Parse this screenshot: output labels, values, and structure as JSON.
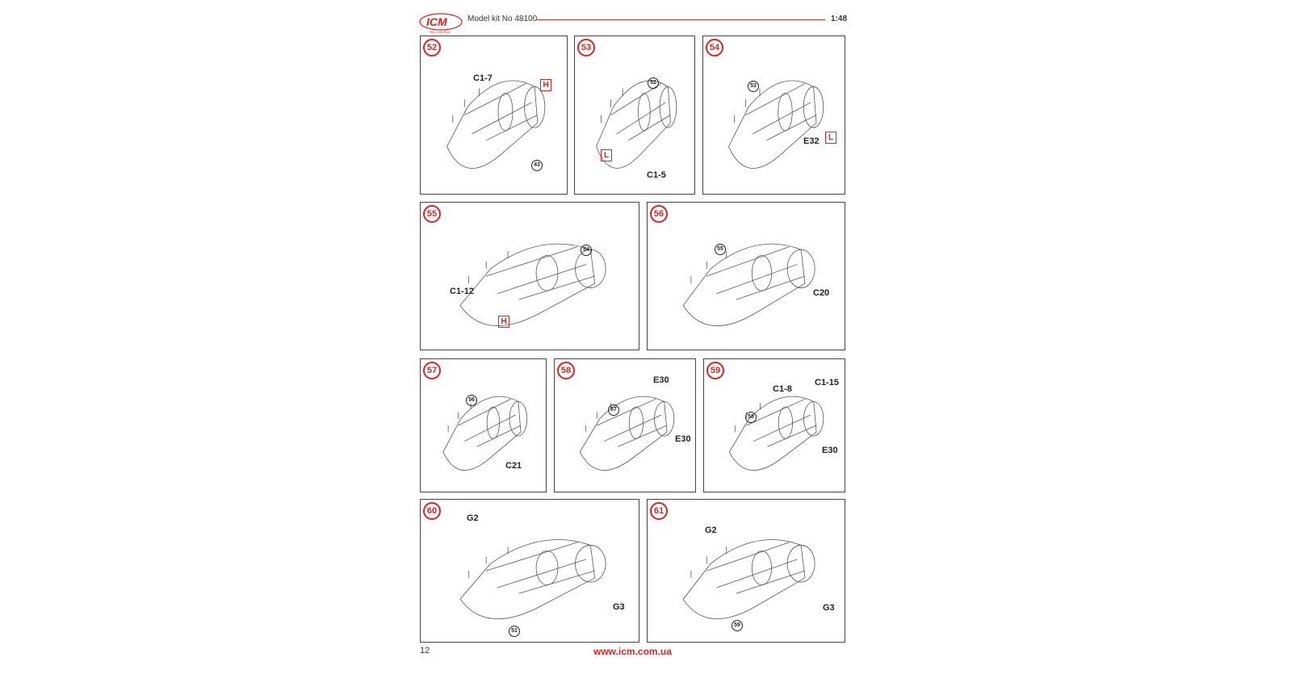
{
  "header": {
    "logo_text": "ICM",
    "logo_tagline": "Was in the Real",
    "title": "Model kit No 48100",
    "scale": "1:48"
  },
  "colors": {
    "accent": "#dd2222",
    "line": "#444444"
  },
  "panels": [
    {
      "step": "52",
      "callouts": [
        {
          "type": "label",
          "text": "C1-7"
        },
        {
          "type": "box",
          "text": "H"
        },
        {
          "type": "ref",
          "text": "43"
        }
      ]
    },
    {
      "step": "53",
      "callouts": [
        {
          "type": "ref",
          "text": "52"
        },
        {
          "type": "box",
          "text": "L"
        },
        {
          "type": "label",
          "text": "C1-5"
        }
      ]
    },
    {
      "step": "54",
      "callouts": [
        {
          "type": "ref",
          "text": "53"
        },
        {
          "type": "label",
          "text": "E32"
        },
        {
          "type": "box",
          "text": "L"
        }
      ]
    },
    {
      "step": "55",
      "callouts": [
        {
          "type": "ref",
          "text": "54"
        },
        {
          "type": "label",
          "text": "C1-12"
        },
        {
          "type": "box",
          "text": "H"
        }
      ]
    },
    {
      "step": "56",
      "callouts": [
        {
          "type": "ref",
          "text": "55"
        },
        {
          "type": "label",
          "text": "C20"
        }
      ]
    },
    {
      "step": "57",
      "callouts": [
        {
          "type": "ref",
          "text": "56"
        },
        {
          "type": "label",
          "text": "C21"
        }
      ]
    },
    {
      "step": "58",
      "callouts": [
        {
          "type": "label",
          "text": "E30"
        },
        {
          "type": "ref",
          "text": "57"
        },
        {
          "type": "label",
          "text": "E30"
        }
      ]
    },
    {
      "step": "59",
      "callouts": [
        {
          "type": "label",
          "text": "C1-8"
        },
        {
          "type": "label",
          "text": "C1-15"
        },
        {
          "type": "ref",
          "text": "58"
        },
        {
          "type": "label",
          "text": "E30"
        }
      ]
    },
    {
      "step": "60",
      "callouts": [
        {
          "type": "label",
          "text": "G2"
        },
        {
          "type": "label",
          "text": "G3"
        },
        {
          "type": "ref",
          "text": "51"
        }
      ]
    },
    {
      "step": "61",
      "callouts": [
        {
          "type": "label",
          "text": "G2"
        },
        {
          "type": "label",
          "text": "G3"
        },
        {
          "type": "ref",
          "text": "59"
        }
      ]
    }
  ],
  "footer": {
    "page_number": "12",
    "url": "www.icm.com.ua"
  }
}
